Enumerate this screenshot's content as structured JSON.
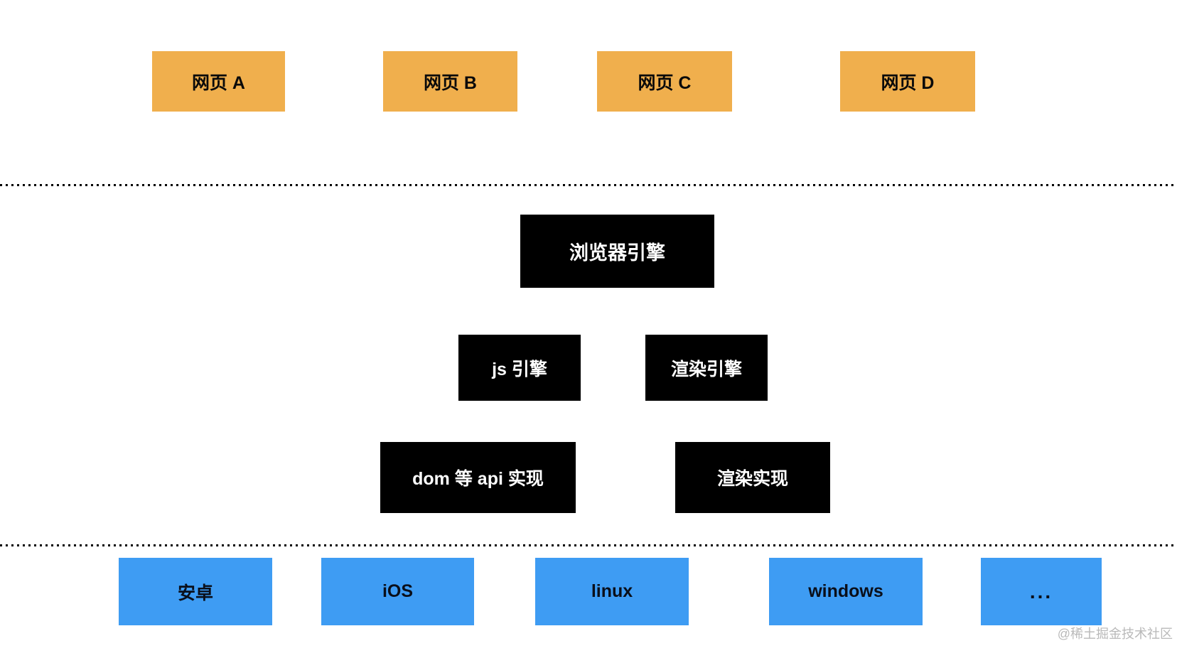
{
  "diagram": {
    "webpage_layer": {
      "items": [
        {
          "label": "网页 A"
        },
        {
          "label": "网页 B"
        },
        {
          "label": "网页 C"
        },
        {
          "label": "网页 D"
        }
      ]
    },
    "engine_layer": {
      "browser_engine": {
        "label": "浏览器引擎"
      },
      "sub_engines": [
        {
          "label": "js 引擎"
        },
        {
          "label": "渲染引擎"
        }
      ],
      "implementations": [
        {
          "label": "dom 等 api 实现"
        },
        {
          "label": "渲染实现"
        }
      ]
    },
    "platform_layer": {
      "items": [
        {
          "label": "安卓"
        },
        {
          "label": "iOS"
        },
        {
          "label": "linux"
        },
        {
          "label": "windows"
        },
        {
          "label": "..."
        }
      ]
    },
    "watermark": "@稀土掘金技术社区"
  },
  "colors": {
    "webpage_box": "#F0AF4D",
    "engine_box": "#000000",
    "engine_box_text": "#FFFFFF",
    "platform_box": "#3E9CF3",
    "box_text": "#0A0A0A",
    "separator_dots": "#000000",
    "watermark_text": "#B9B9B9",
    "background": "#FFFFFF"
  }
}
